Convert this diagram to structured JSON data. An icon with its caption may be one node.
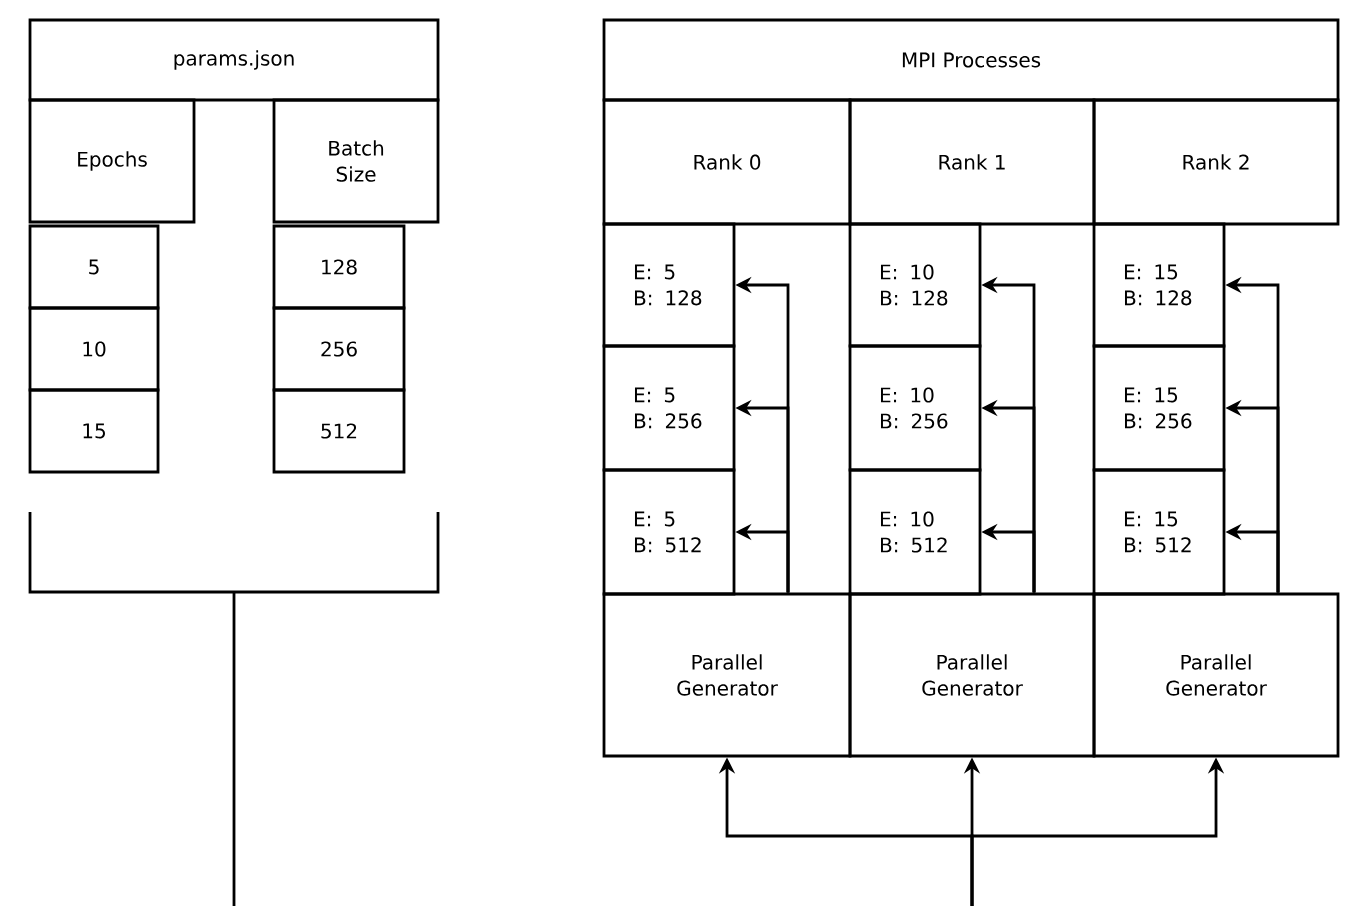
{
  "diagram": {
    "nodes": [
      {
        "text": [
          "params.json"
        ]
      },
      {
        "text": [
          "Epochs"
        ]
      },
      {
        "text": [
          "Batch Size"
        ]
      },
      {
        "text": [
          "5"
        ]
      },
      {
        "text": [
          "128"
        ]
      },
      {
        "text": [
          "10"
        ]
      },
      {
        "text": [
          "256"
        ]
      },
      {
        "text": [
          "15"
        ]
      },
      {
        "text": [
          "512"
        ]
      },
      {
        "text": [
          "MPI Processes"
        ]
      },
      {
        "text": [
          "Rank 0"
        ]
      },
      {
        "text": [
          "Rank 1"
        ]
      },
      {
        "text": [
          "Rank 2"
        ]
      },
      {
        "text": [
          "E: 5 B: 128"
        ]
      },
      {
        "text": [
          "E: 10 B: 128"
        ]
      },
      {
        "text": [
          "E: 15 B: 128"
        ]
      },
      {
        "text": [
          "E: 5 B: 256"
        ]
      },
      {
        "text": [
          "E: 10 B: 256"
        ]
      },
      {
        "text": [
          "E: 15 B: 256"
        ]
      },
      {
        "text": [
          "E: 5 B: 512"
        ]
      },
      {
        "text": [
          "E: 10 B: 512"
        ]
      },
      {
        "text": [
          "E: 15 B: 512"
        ]
      },
      {
        "text": [
          "Parallel Generator"
        ]
      },
      {
        "text": [
          "Parallel Generator"
        ]
      },
      {
        "text": [
          "Parallel Generator"
        ]
      }
    ],
    "edges": [
      {
        "from": 22,
        "to": 13,
        "arrow": "to"
      },
      {
        "from": 22,
        "to": 16,
        "arrow": "to"
      },
      {
        "from": 22,
        "to": 19,
        "arrow": "to"
      },
      {
        "from": 23,
        "to": 14,
        "arrow": "to"
      },
      {
        "from": 23,
        "to": 17,
        "arrow": "to"
      },
      {
        "from": 23,
        "to": 20,
        "arrow": "to"
      },
      {
        "from": 24,
        "to": 15,
        "arrow": "to"
      },
      {
        "from": 24,
        "to": 18,
        "arrow": "to"
      },
      {
        "from": 24,
        "to": 21,
        "arrow": "to"
      },
      {
        "from": null,
        "to": 22,
        "arrow": "to"
      },
      {
        "from": null,
        "to": 23,
        "arrow": "to"
      },
      {
        "from": null,
        "to": 24,
        "arrow": "to"
      }
    ]
  }
}
